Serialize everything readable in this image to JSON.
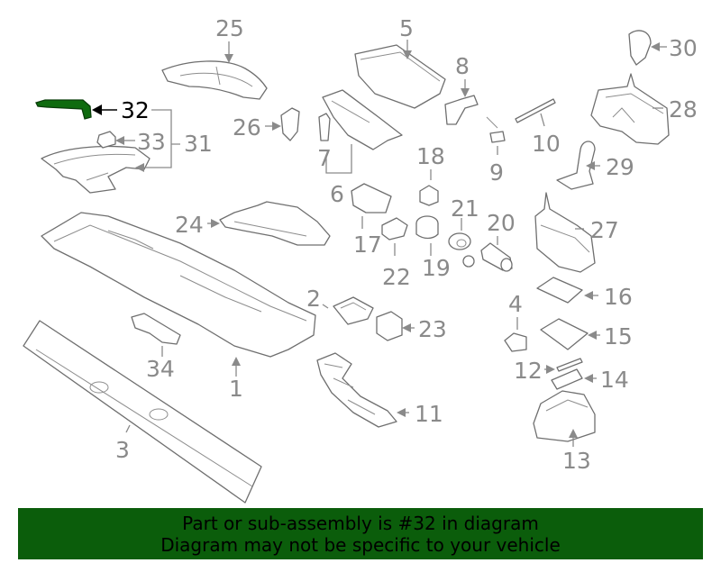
{
  "diagram": {
    "labels": [
      "1",
      "2",
      "3",
      "4",
      "5",
      "6",
      "7",
      "8",
      "9",
      "10",
      "11",
      "12",
      "13",
      "14",
      "15",
      "16",
      "17",
      "18",
      "19",
      "20",
      "21",
      "22",
      "23",
      "24",
      "25",
      "26",
      "27",
      "28",
      "29",
      "30",
      "31",
      "32",
      "33",
      "34"
    ],
    "highlighted_part": "32",
    "highlight_color": "#0f6b0f",
    "label_color": "#8a8a8a"
  },
  "banner": {
    "line1": "Part or sub-assembly is #32 in diagram",
    "line2": "Diagram may not be specific to your vehicle",
    "background": "#0b5d0b"
  }
}
